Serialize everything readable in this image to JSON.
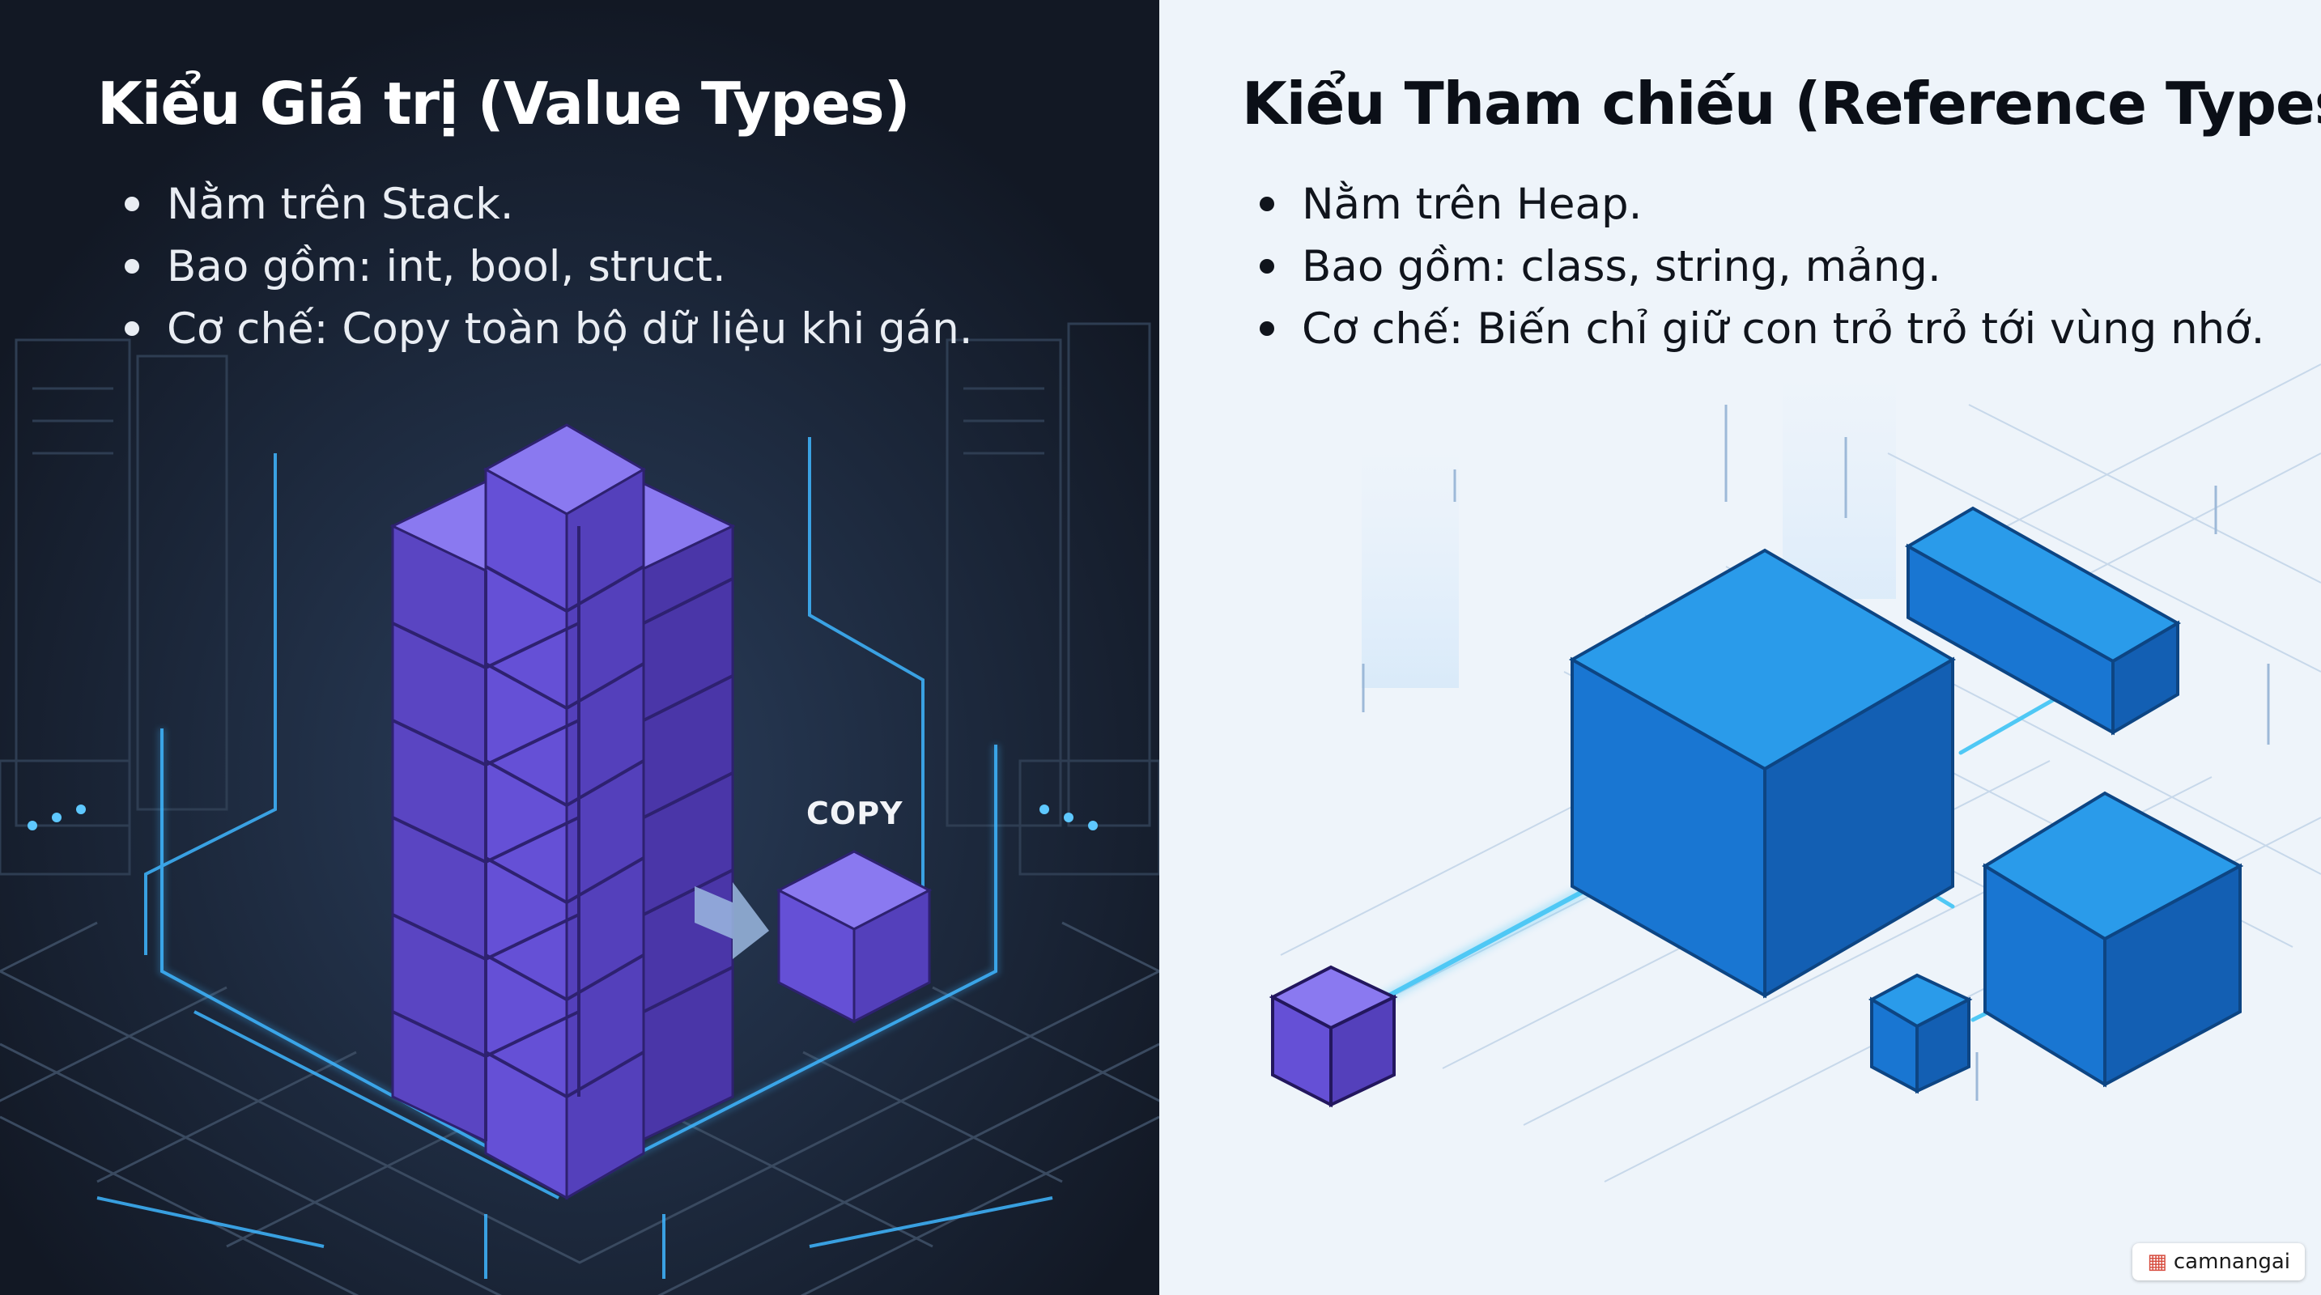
{
  "left": {
    "title": "Kiểu Giá trị (Value Types)",
    "bullets": [
      "Nằm trên Stack.",
      "Bao gồm: int, bool, struct.",
      "Cơ chế: Copy toàn bộ dữ liệu khi gán."
    ],
    "copy_label": "COPY"
  },
  "right": {
    "title": "Kiểu Tham chiếu (Reference Types)",
    "bullets": [
      "Nằm trên Heap.",
      "Bao gồm: class, string, mảng.",
      "Cơ chế: Biến chỉ giữ con trỏ trỏ tới vùng nhớ."
    ]
  },
  "watermark": {
    "text": "camnangai",
    "icon": "book-icon"
  },
  "colors": {
    "value_cube": "#6a55d6",
    "reference_cube": "#1d86e2",
    "left_bg": "#141a26",
    "right_bg": "#eef4fa",
    "circuit_glow": "#3fb6ff"
  }
}
